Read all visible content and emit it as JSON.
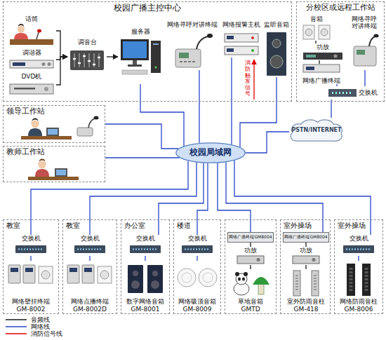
{
  "diagram": {
    "nodes": [
      {
        "text": [
          "校园广播主控中心"
        ]
      },
      {
        "text": [
          "话筒"
        ],
        "in": 0
      },
      {
        "text": [
          "调谐器"
        ],
        "in": 0
      },
      {
        "text": [
          "DVD机"
        ],
        "in": 0
      },
      {
        "text": [
          "调音台"
        ],
        "in": 0
      },
      {
        "text": [
          "服务器"
        ],
        "in": 0
      },
      {
        "text": [
          "网络寻呼对讲终端"
        ],
        "in": 0
      },
      {
        "text": [
          "网络报警主机"
        ],
        "in": 0
      },
      {
        "text": [
          "监听音箱"
        ],
        "in": 0
      },
      {
        "text": [
          "分校区或远程工作站"
        ]
      },
      {
        "text": [
          "音箱"
        ],
        "in": 9
      },
      {
        "text": [
          "网络寻呼对讲终端"
        ],
        "in": 9
      },
      {
        "text": [
          "功放"
        ],
        "in": 9
      },
      {
        "text": [
          "网络广播终端"
        ],
        "in": 9
      },
      {
        "text": [
          "交换机"
        ],
        "in": 9
      },
      {
        "text": [
          "PSTN/INTERNET"
        ]
      },
      {
        "text": [
          "领导工作站"
        ]
      },
      {
        "text": [
          "教师工作站"
        ]
      },
      {
        "text": [
          "校园局域网"
        ]
      },
      {
        "text": [
          "教室"
        ]
      },
      {
        "text": [
          "交换机"
        ],
        "in": 19
      },
      {
        "text": [
          "网络壁挂终端 GM-8002"
        ],
        "in": 19
      },
      {
        "text": [
          "教室"
        ]
      },
      {
        "text": [
          "交换机"
        ],
        "in": 22
      },
      {
        "text": [
          "网络点播终端 GM-8002D"
        ],
        "in": 22
      },
      {
        "text": [
          "办公室"
        ]
      },
      {
        "text": [
          "交换机"
        ],
        "in": 25
      },
      {
        "text": [
          "数字网络音箱 GM-8001"
        ],
        "in": 25
      },
      {
        "text": [
          "楼道"
        ]
      },
      {
        "text": [
          "交换机"
        ],
        "in": 28
      },
      {
        "text": [
          "网络吸顶音箱 GM-8009"
        ],
        "in": 28
      },
      {
        "text": []
      },
      {
        "text": [
          "网络广播终端GM8004"
        ],
        "in": 31
      },
      {
        "text": [
          "功放"
        ],
        "in": 31
      },
      {
        "text": [
          "草地音箱 GMTD"
        ],
        "in": 31
      },
      {
        "text": [
          "室外操场"
        ]
      },
      {
        "text": [
          "网络广播终端GM8004"
        ],
        "in": 35
      },
      {
        "text": [
          "功放"
        ],
        "in": 35
      },
      {
        "text": [
          "室外防雨音柱 GM-418"
        ],
        "in": 35
      },
      {
        "text": [
          "室外操场"
        ]
      },
      {
        "text": [
          "交换机"
        ],
        "in": 39
      },
      {
        "text": [
          "网络防雨音柱 GM-8006"
        ],
        "in": 39
      }
    ],
    "edges": [
      {
        "from": 1,
        "to": 4,
        "arrow": "to"
      },
      {
        "from": 2,
        "to": 4,
        "arrow": "to"
      },
      {
        "from": 3,
        "to": 4,
        "arrow": "to"
      },
      {
        "from": 4,
        "to": 5,
        "arrow": "to"
      },
      {
        "from": 5,
        "to": 18,
        "arrow": "none"
      },
      {
        "from": 6,
        "to": 18,
        "arrow": "none"
      },
      {
        "from": 7,
        "to": 18,
        "arrow": "none"
      },
      {
        "from": 8,
        "to": 18,
        "arrow": "none"
      },
      {
        "from": 16,
        "to": 18,
        "arrow": "none"
      },
      {
        "from": 17,
        "to": 18,
        "arrow": "none"
      },
      {
        "from": 18,
        "to": 15,
        "arrow": "none"
      },
      {
        "from": 15,
        "to": 14,
        "arrow": "none"
      },
      {
        "from": 14,
        "to": 13,
        "arrow": "none"
      },
      {
        "from": 14,
        "to": 11,
        "arrow": "none"
      },
      {
        "from": 13,
        "to": 12,
        "arrow": "none"
      },
      {
        "from": 12,
        "to": 10,
        "arrow": "none"
      },
      {
        "from": 18,
        "to": 20,
        "arrow": "none"
      },
      {
        "from": 18,
        "to": 23,
        "arrow": "none"
      },
      {
        "from": 18,
        "to": 26,
        "arrow": "none"
      },
      {
        "from": 18,
        "to": 29,
        "arrow": "none"
      },
      {
        "from": 18,
        "to": 32,
        "arrow": "none"
      },
      {
        "from": 18,
        "to": 36,
        "arrow": "none"
      },
      {
        "from": 18,
        "to": 40,
        "arrow": "none"
      },
      {
        "from": 20,
        "to": 21,
        "arrow": "none"
      },
      {
        "from": 23,
        "to": 24,
        "arrow": "none"
      },
      {
        "from": 26,
        "to": 27,
        "arrow": "none"
      },
      {
        "from": 29,
        "to": 30,
        "arrow": "none"
      },
      {
        "from": 32,
        "to": 33,
        "arrow": "none"
      },
      {
        "from": 33,
        "to": 34,
        "arrow": "none"
      },
      {
        "from": 36,
        "to": 37,
        "arrow": "none"
      },
      {
        "from": 37,
        "to": 38,
        "arrow": "none"
      },
      {
        "from": 40,
        "to": 41,
        "arrow": "none"
      }
    ],
    "labels": [
      "消防触发信号"
    ],
    "legend": [
      {
        "text": "音频线"
      },
      {
        "text": "网络线"
      },
      {
        "text": "消防信号线"
      }
    ]
  }
}
